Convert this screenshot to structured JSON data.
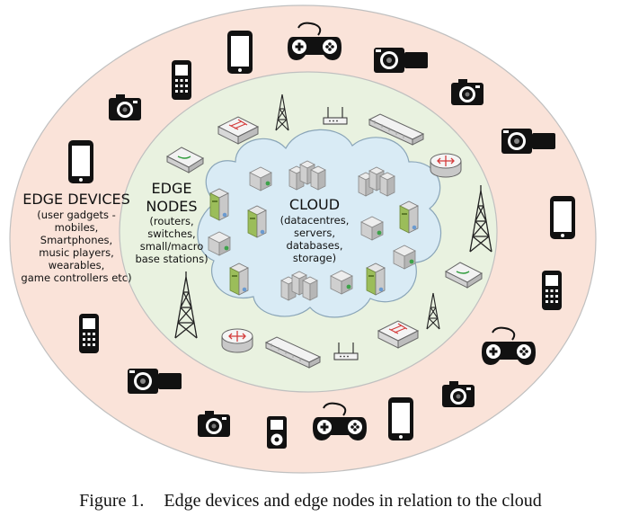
{
  "edge_devices": {
    "title": "EDGE DEVICES",
    "lines": [
      "(user gadgets -",
      "mobiles,",
      "Smartphones,",
      "music players,",
      "wearables,",
      "game controllers etc)"
    ]
  },
  "edge_nodes": {
    "title_lines": [
      "EDGE",
      "NODES"
    ],
    "lines": [
      "(routers,",
      "switches,",
      "small/macro",
      "base stations)"
    ]
  },
  "cloud": {
    "title": "CLOUD",
    "lines": [
      "(datacentres,",
      "servers,",
      "databases,",
      "storage)"
    ]
  },
  "caption": {
    "number": "Figure 1.",
    "text": "Edge devices and edge nodes in relation to the cloud"
  },
  "colors": {
    "outer_ring": "#fae3d9",
    "middle_ring": "#e9f2e0",
    "cloud_fill": "#d9ebf5",
    "ring_stroke": "#c0c0c0"
  }
}
